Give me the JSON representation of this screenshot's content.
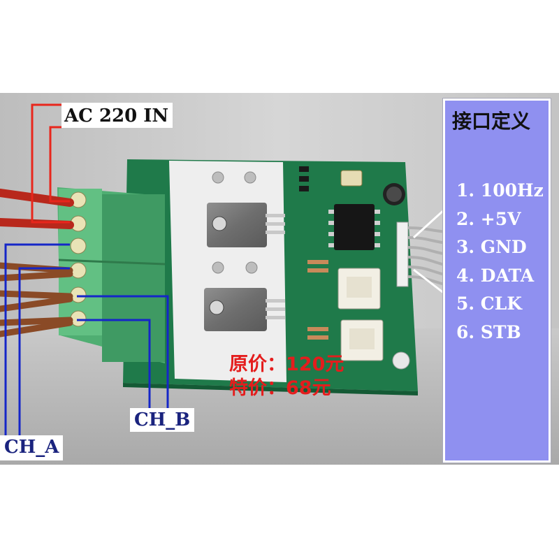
{
  "labels": {
    "ac_input": "AC 220 IN",
    "channel_a": "CH_A",
    "channel_b": "CH_B"
  },
  "price": {
    "original_label": "原价：",
    "original_value": "120元",
    "special_label": "特价：",
    "special_value": "68元"
  },
  "interface_panel": {
    "title": "接口定义",
    "pins": [
      "1. 100Hz",
      "2. +5V",
      "3. GND",
      "4. DATA",
      "5. CLK",
      "6. STB"
    ]
  },
  "colors": {
    "background_wall": "#d9d9d9",
    "table": "#bcbcbc",
    "pcb_green": "#1f7a4a",
    "terminal_block": "#4fae72",
    "heatsink": "#eeeeee",
    "wire_red": "#b8281c",
    "wire_brown": "#8a4a26",
    "callout_red": "#e8261c",
    "callout_blue": "#1526c8",
    "panel_fill": "#8f90f0",
    "price_red": "#e41d1d"
  }
}
